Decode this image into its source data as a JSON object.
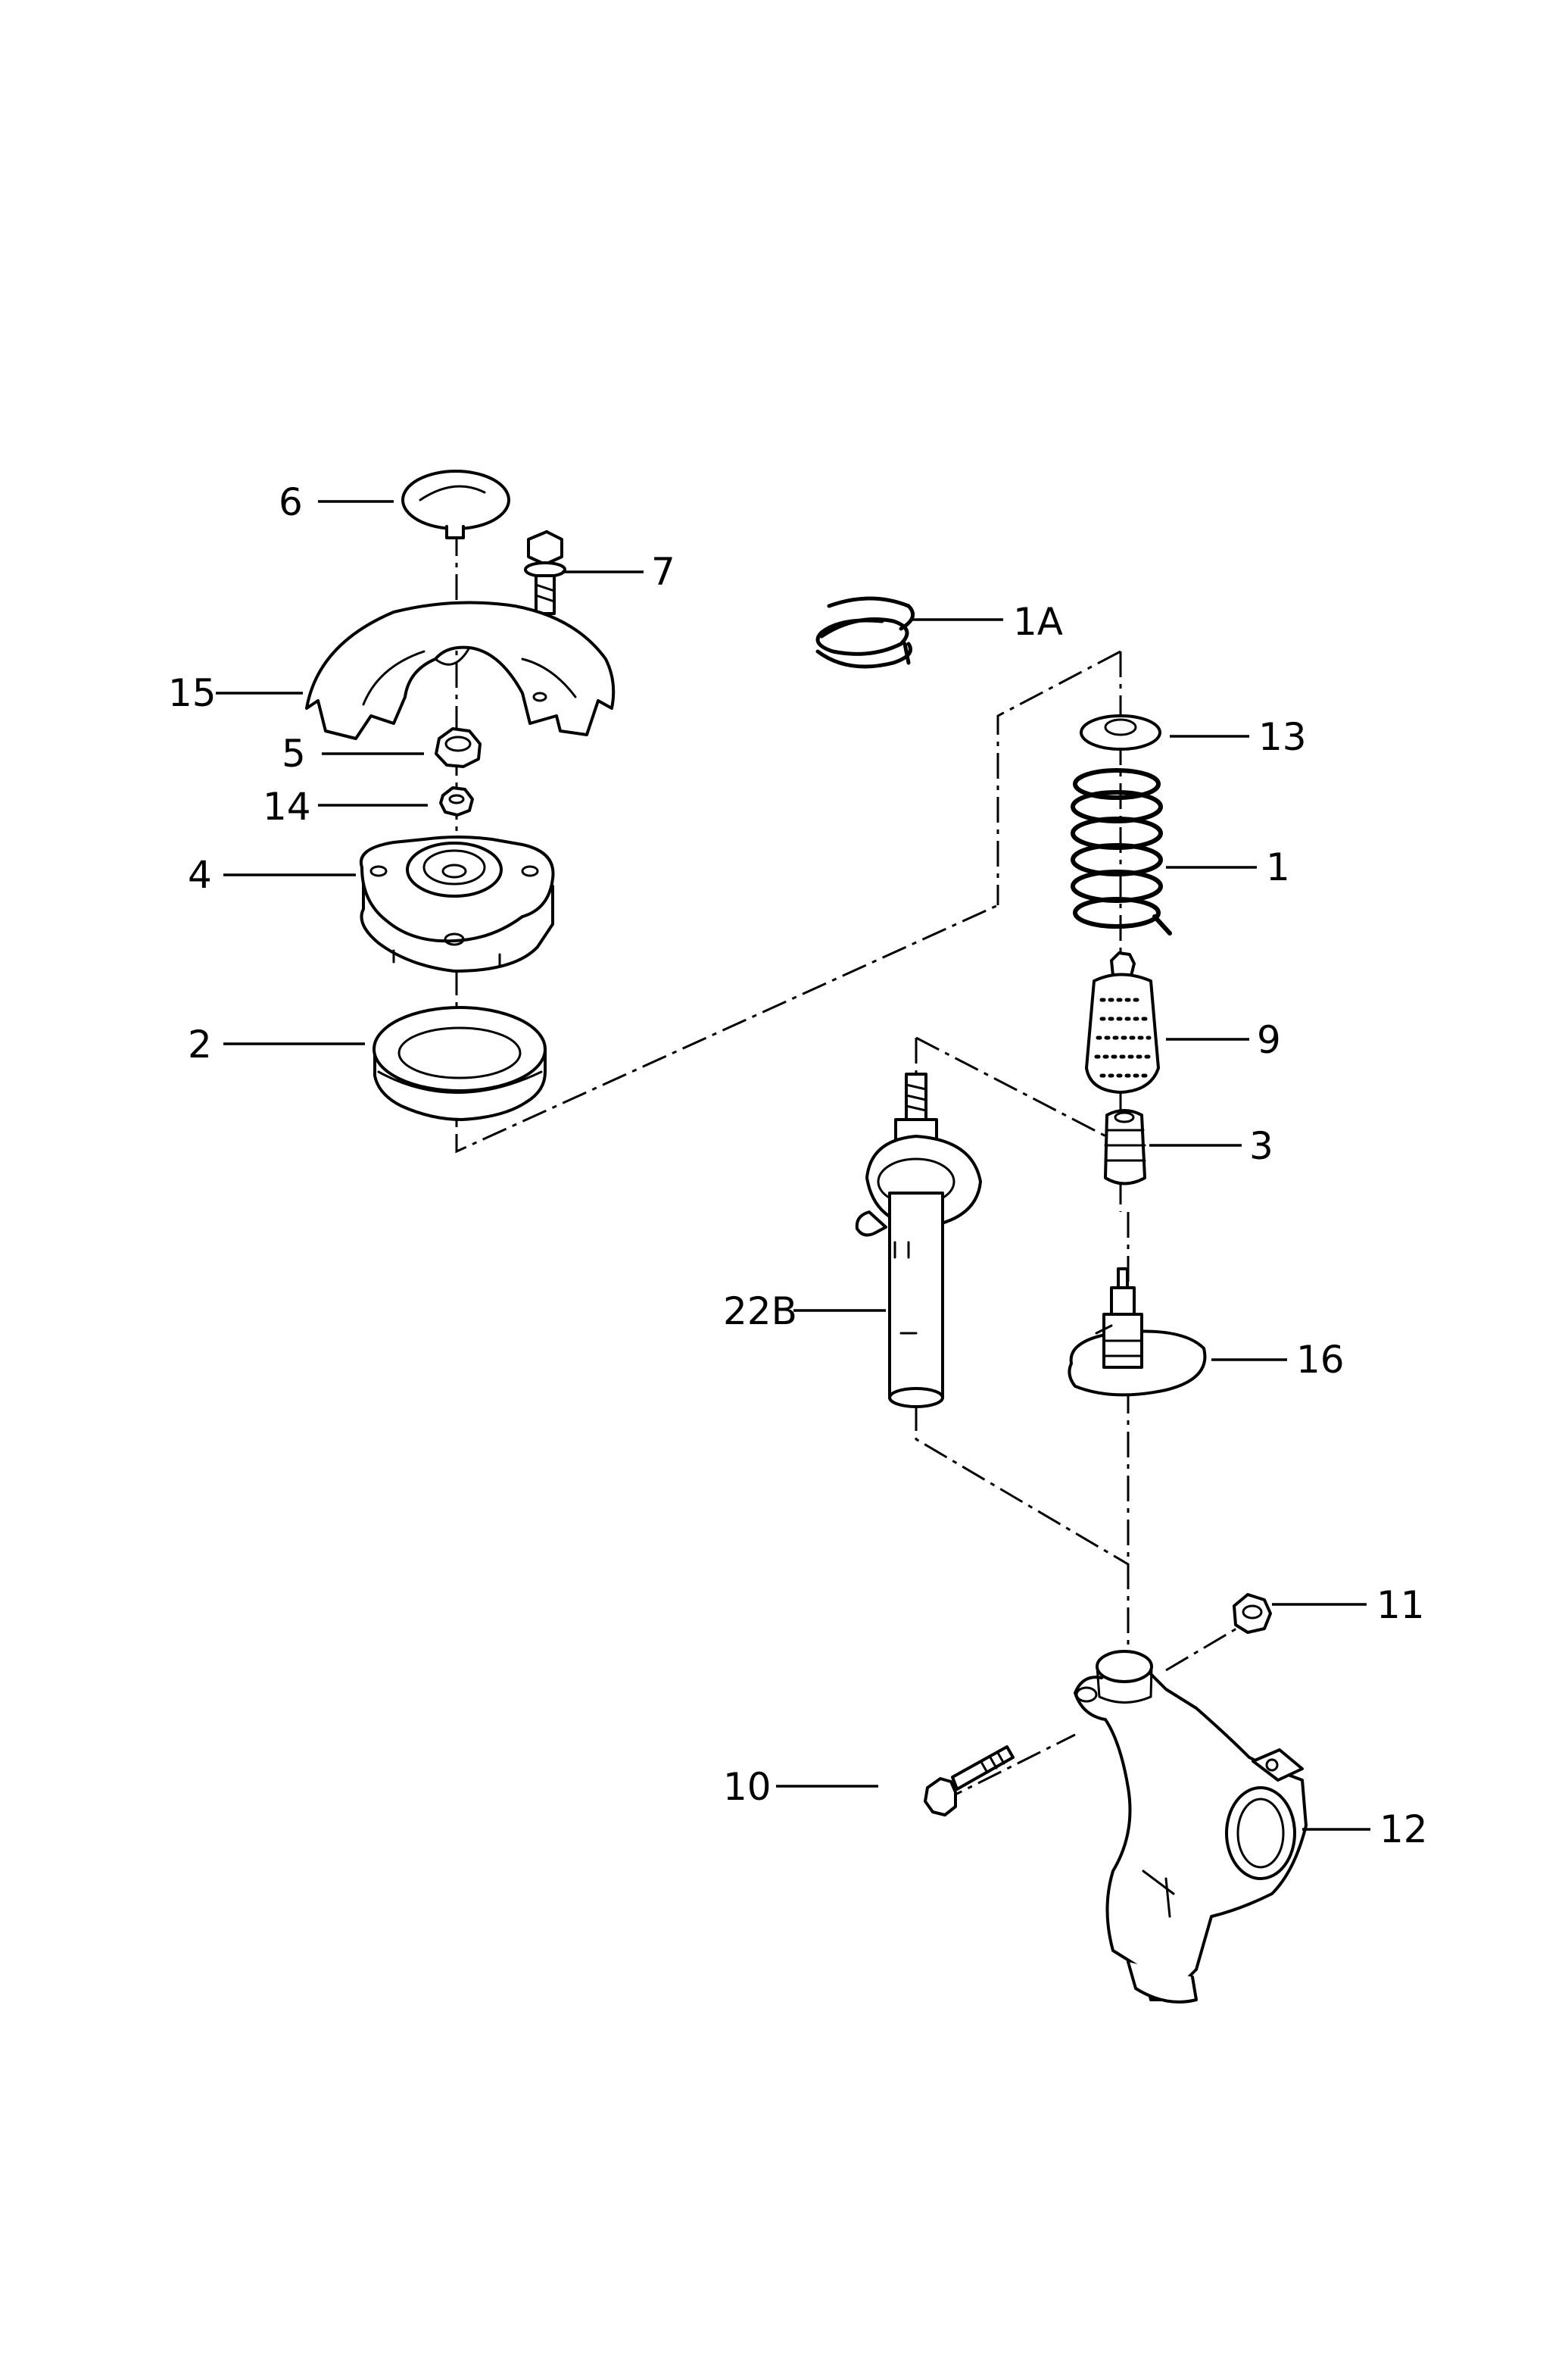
{
  "callouts": {
    "c6": "6",
    "c7": "7",
    "c1A": "1A",
    "c15": "15",
    "c5": "5",
    "c13": "13",
    "c14": "14",
    "c1": "1",
    "c4": "4",
    "c9": "9",
    "c2": "2",
    "c3": "3",
    "c22B": "22B",
    "c16": "16",
    "c11": "11",
    "c10": "10",
    "c12": "12"
  }
}
